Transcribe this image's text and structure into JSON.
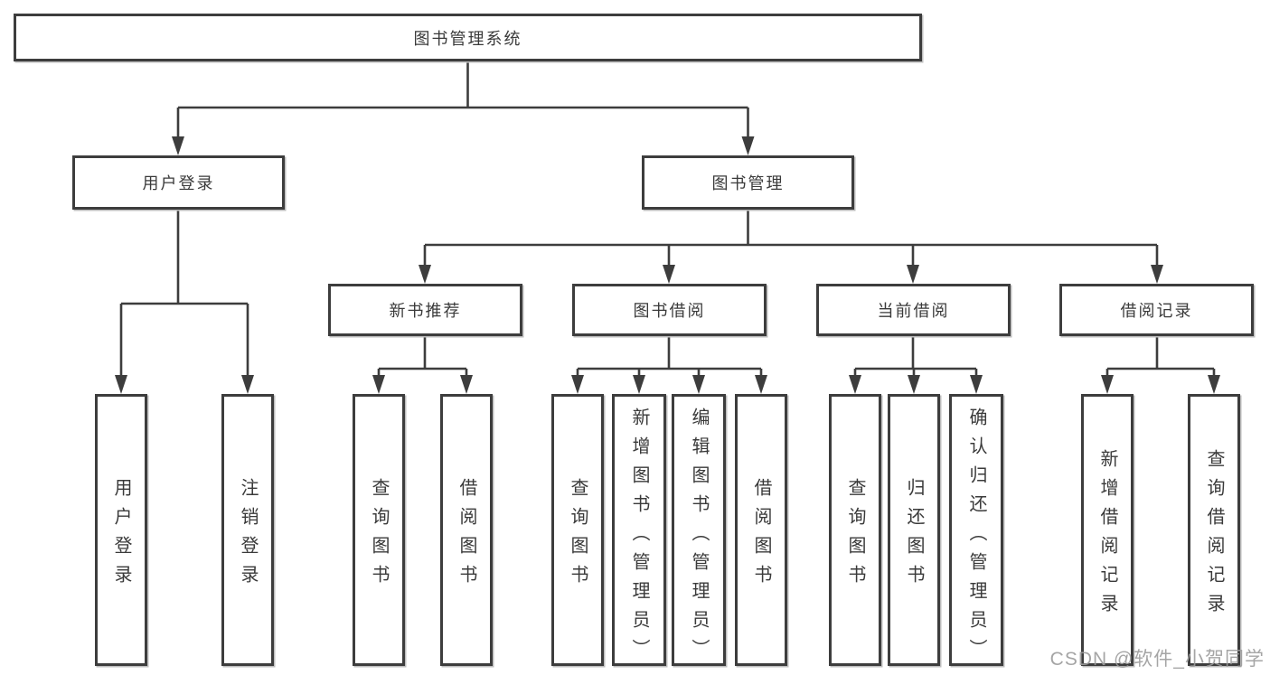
{
  "colors": {
    "line": "#3d3d3d",
    "text": "#3a3a3a",
    "watermark": "#9b9b9b",
    "background": "#ffffff"
  },
  "root": {
    "label": "图书管理系统"
  },
  "branches": {
    "user_login": {
      "label": "用户登录",
      "leaves": [
        "用户登录",
        "注销登录"
      ]
    },
    "book_management": {
      "label": "图书管理",
      "groups": {
        "new_book_recommend": {
          "label": "新书推荐",
          "leaves": [
            "查询图书",
            "借阅图书"
          ]
        },
        "book_borrow": {
          "label": "图书借阅",
          "leaves": [
            "查询图书",
            "新增图书（管理员）",
            "编辑图书（管理员）",
            "借阅图书"
          ]
        },
        "current_borrow": {
          "label": "当前借阅",
          "leaves": [
            "查询图书",
            "归还图书",
            "确认归还（管理员）"
          ]
        },
        "borrow_record": {
          "label": "借阅记录",
          "leaves": [
            "新增借阅记录",
            "查询借阅记录"
          ]
        }
      }
    }
  },
  "watermark": "CSDN @软件_小贺同学"
}
